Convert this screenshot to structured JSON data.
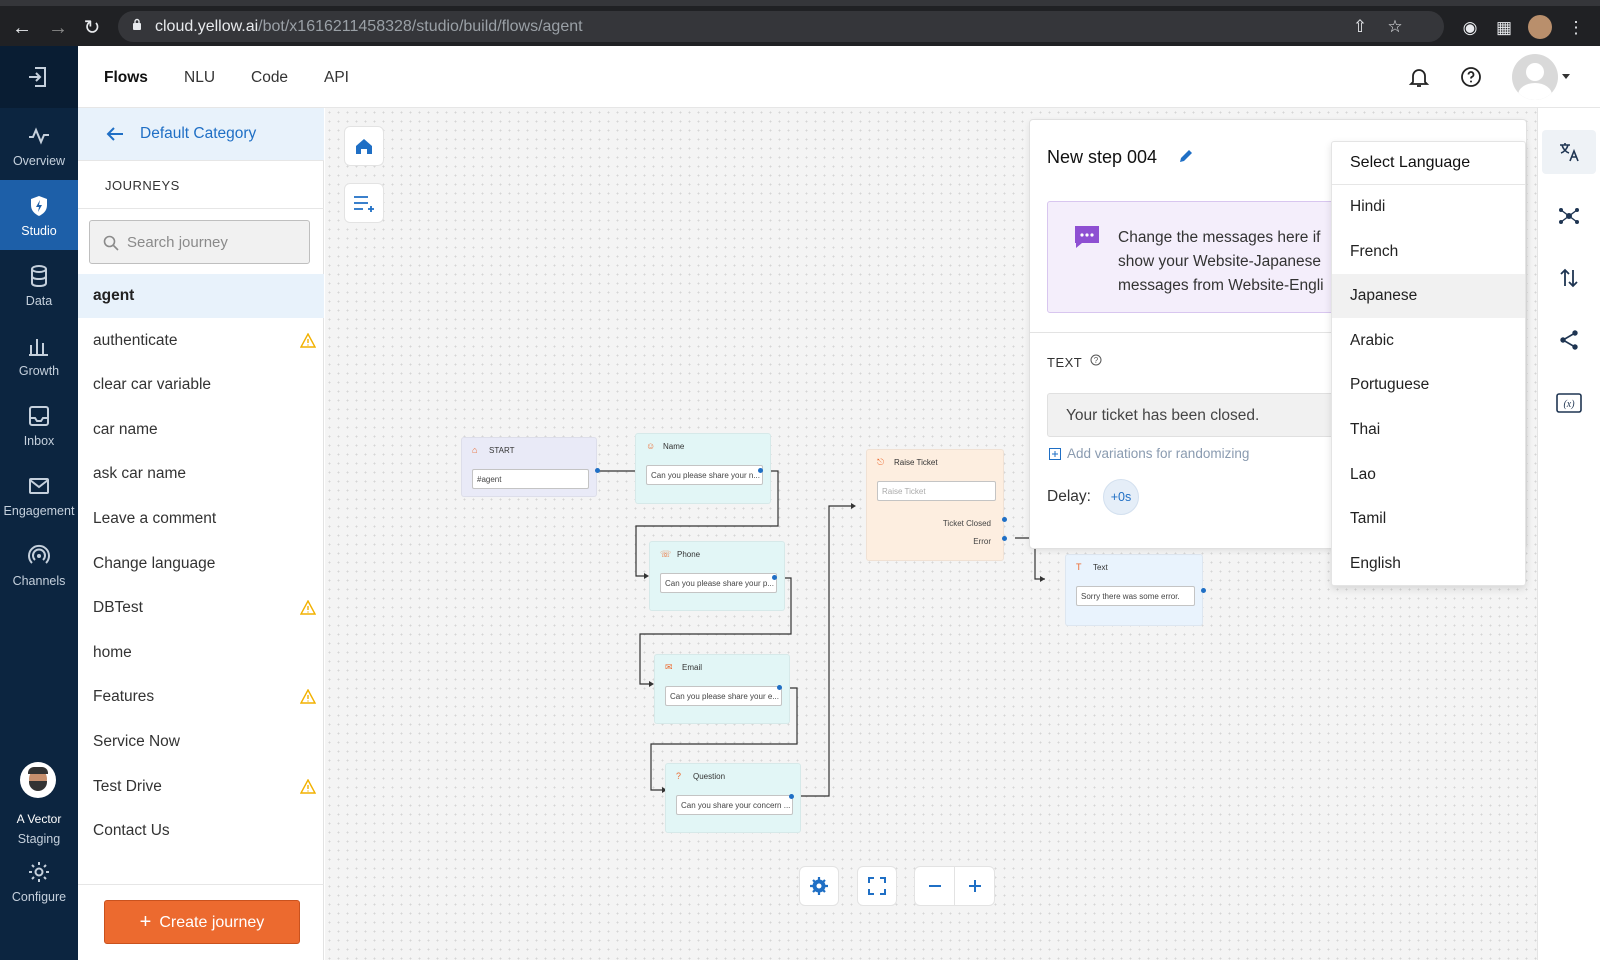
{
  "browser": {
    "url_host": "cloud.yellow.ai",
    "url_path": "/bot/x1616211458328/studio/build/flows/agent"
  },
  "rail": {
    "items": [
      {
        "label": "Overview",
        "icon": "pulse-icon"
      },
      {
        "label": "Studio",
        "icon": "shield-icon",
        "active": true
      },
      {
        "label": "Data",
        "icon": "database-icon"
      },
      {
        "label": "Growth",
        "icon": "bar-chart-icon"
      },
      {
        "label": "Inbox",
        "icon": "inbox-icon"
      },
      {
        "label": "Engagement",
        "icon": "mail-icon"
      },
      {
        "label": "Channels",
        "icon": "broadcast-icon"
      }
    ],
    "profile_name": "A Vector",
    "profile_env": "Staging",
    "configure": "Configure"
  },
  "header": {
    "tabs": [
      "Flows",
      "NLU",
      "Code",
      "API"
    ]
  },
  "sidebar": {
    "category": "Default Category",
    "section": "JOURNEYS",
    "search_placeholder": "Search journey",
    "journeys": [
      {
        "name": "agent",
        "active": true
      },
      {
        "name": "authenticate",
        "warning": true
      },
      {
        "name": "clear car variable"
      },
      {
        "name": "car name"
      },
      {
        "name": "ask car name"
      },
      {
        "name": "Leave a comment"
      },
      {
        "name": "Change language"
      },
      {
        "name": "DBTest",
        "warning": true
      },
      {
        "name": "home"
      },
      {
        "name": "Features",
        "warning": true
      },
      {
        "name": "Service Now"
      },
      {
        "name": "Test Drive",
        "warning": true
      },
      {
        "name": "Contact Us"
      }
    ],
    "create_label": "Create journey"
  },
  "nodes": {
    "start": {
      "title": "START",
      "value": "#agent"
    },
    "name": {
      "title": "Name",
      "value": "Can you please share your n..."
    },
    "phone": {
      "title": "Phone",
      "value": "Can you please share your p..."
    },
    "email": {
      "title": "Email",
      "value": "Can you please share your e..."
    },
    "question": {
      "title": "Question",
      "value": "Can you share your concern ..."
    },
    "raise": {
      "title": "Raise Ticket",
      "placeholder": "Raise Ticket",
      "out1": "Ticket Closed",
      "out2": "Error"
    },
    "text": {
      "title": "Text",
      "value": "Sorry there was some error."
    }
  },
  "panel": {
    "title": "New step 004",
    "info_lines": [
      "Change the messages here if",
      "show your Website-Japanese",
      "messages from Website-Engli"
    ],
    "text_label": "TEXT",
    "message": "Your ticket has been closed.",
    "variations": "Add variations for randomizing",
    "delay_label": "Delay:",
    "delay_value": "+0s"
  },
  "language_dropdown": {
    "header": "Select Language",
    "options": [
      "Hindi",
      "French",
      "Japanese",
      "Arabic",
      "Portuguese",
      "Thai",
      "Lao",
      "Tamil",
      "English"
    ],
    "highlighted": "Japanese"
  },
  "colors": {
    "accent": "#1f6fc5",
    "rail": "#0c2540",
    "create": "#ec6a2f",
    "warning": "#f2b100"
  }
}
